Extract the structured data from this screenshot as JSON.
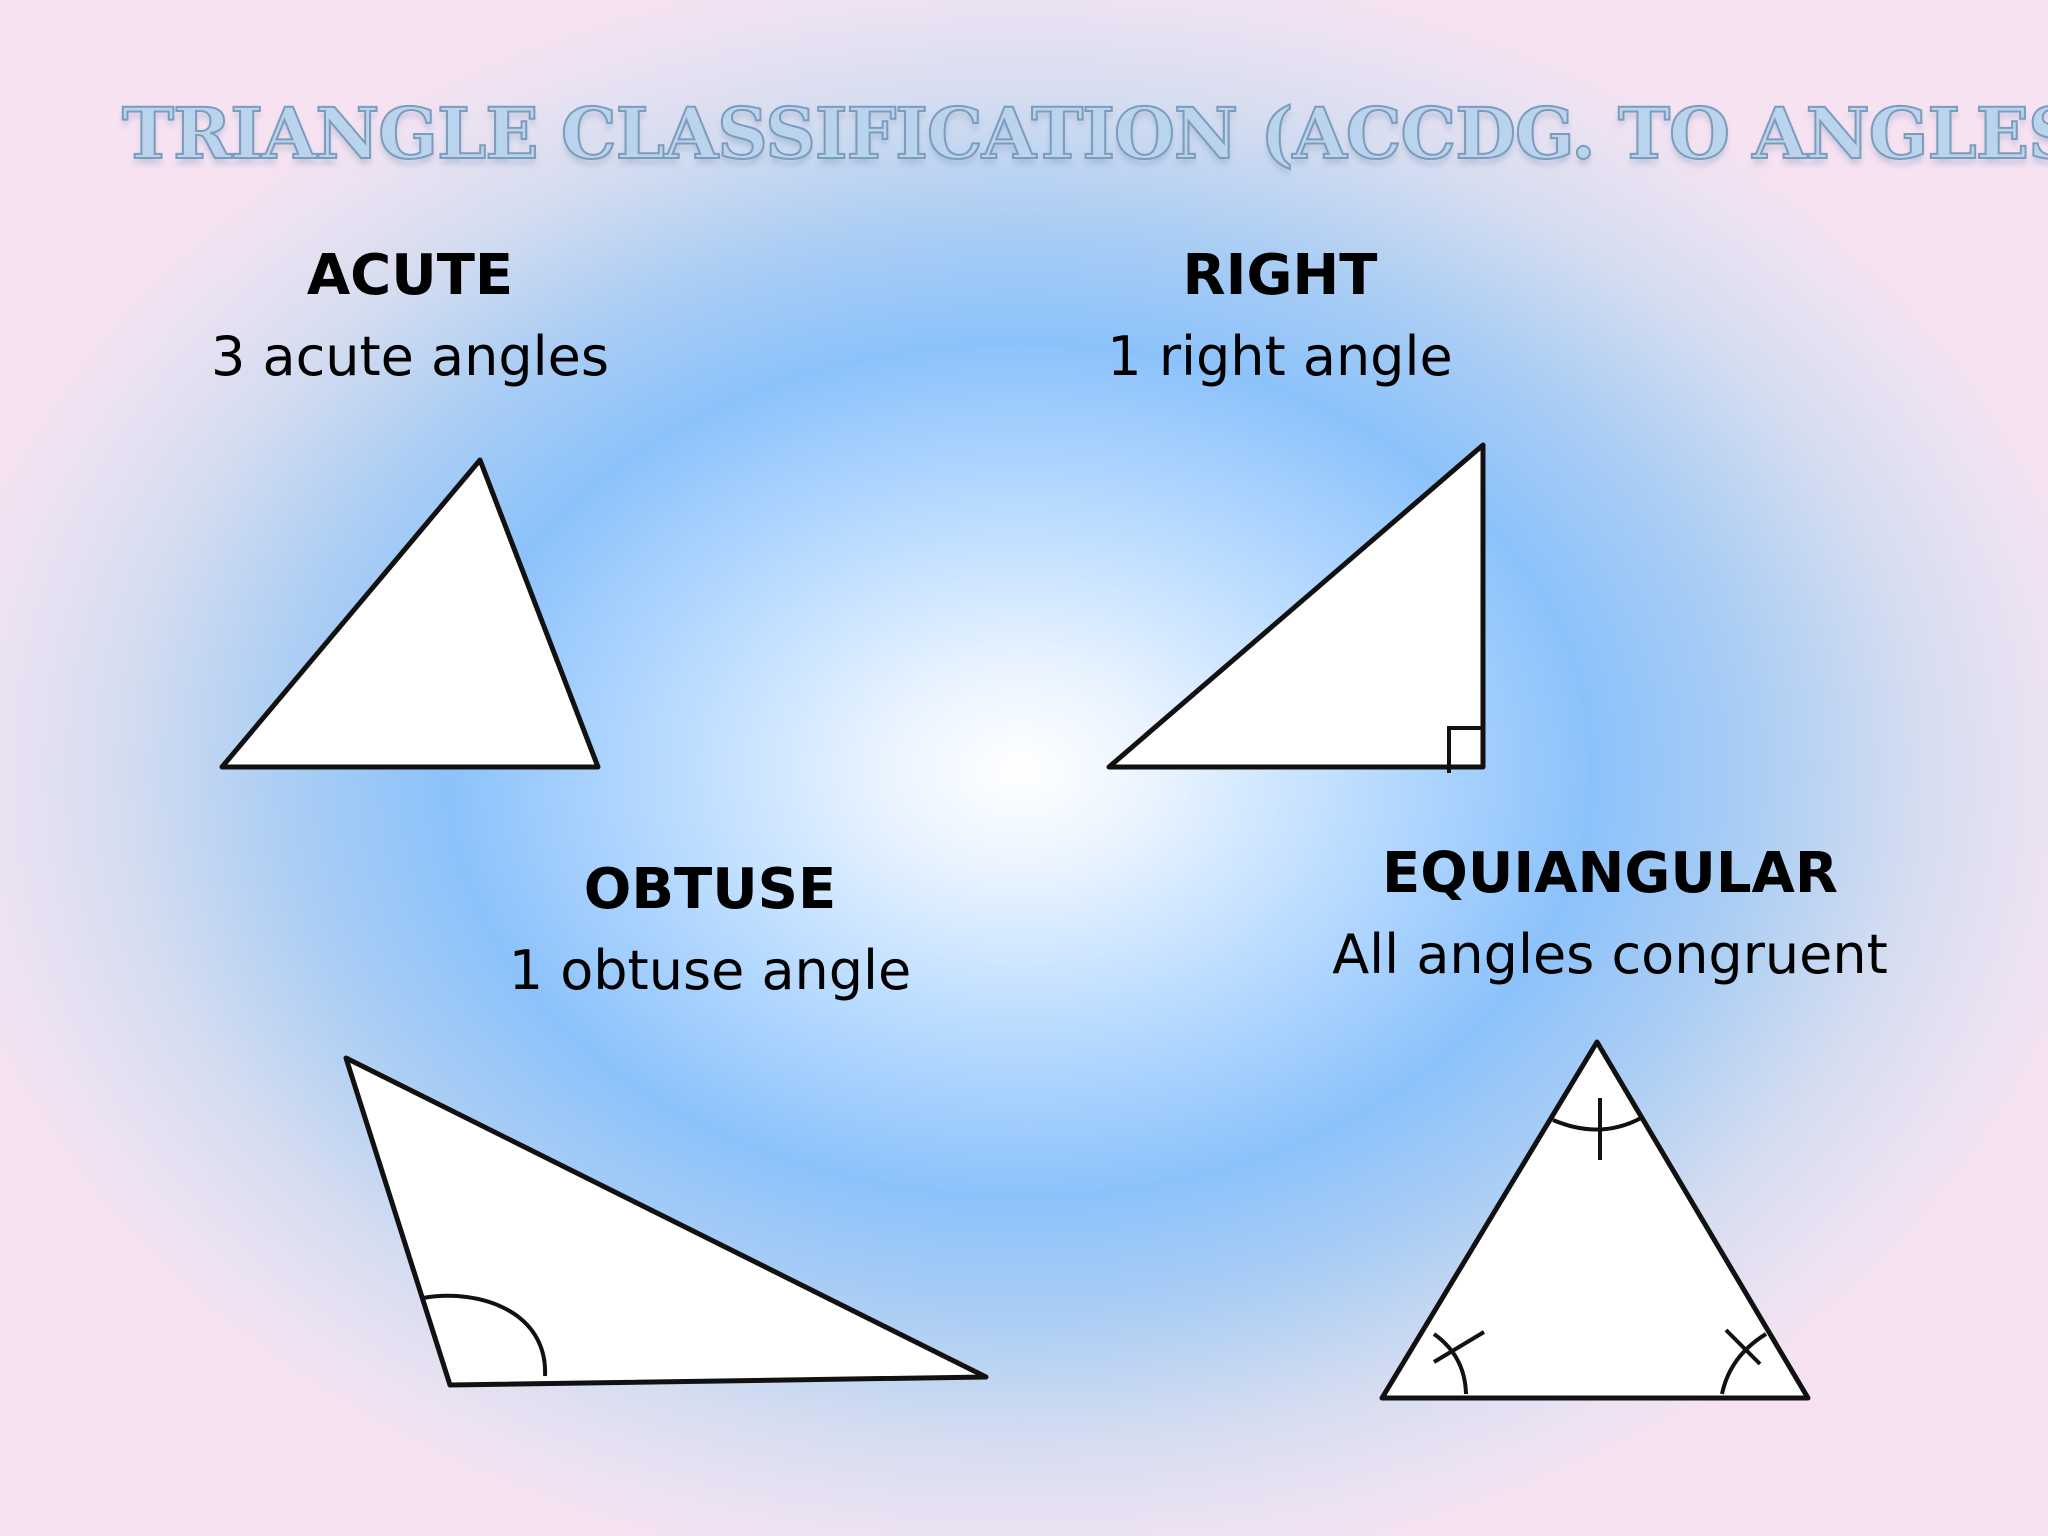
{
  "slide": {
    "title": "TRIANGLE CLASSIFICATION (ACCDG. TO ANGLES)",
    "types": [
      {
        "name": "ACUTE",
        "description": "3 acute angles"
      },
      {
        "name": "RIGHT",
        "description": "1 right angle"
      },
      {
        "name": "OBTUSE",
        "description": "1 obtuse angle"
      },
      {
        "name": "EQUIANGULAR",
        "description": "All angles congruent"
      }
    ]
  },
  "colors": {
    "triangle_fill": "#ffffff",
    "outline": "#111111",
    "title_fill": "#b9d4ec",
    "background_center": "#ffffff",
    "background_blue": "#8cc2fb",
    "background_edge": "#f6e2f1"
  }
}
